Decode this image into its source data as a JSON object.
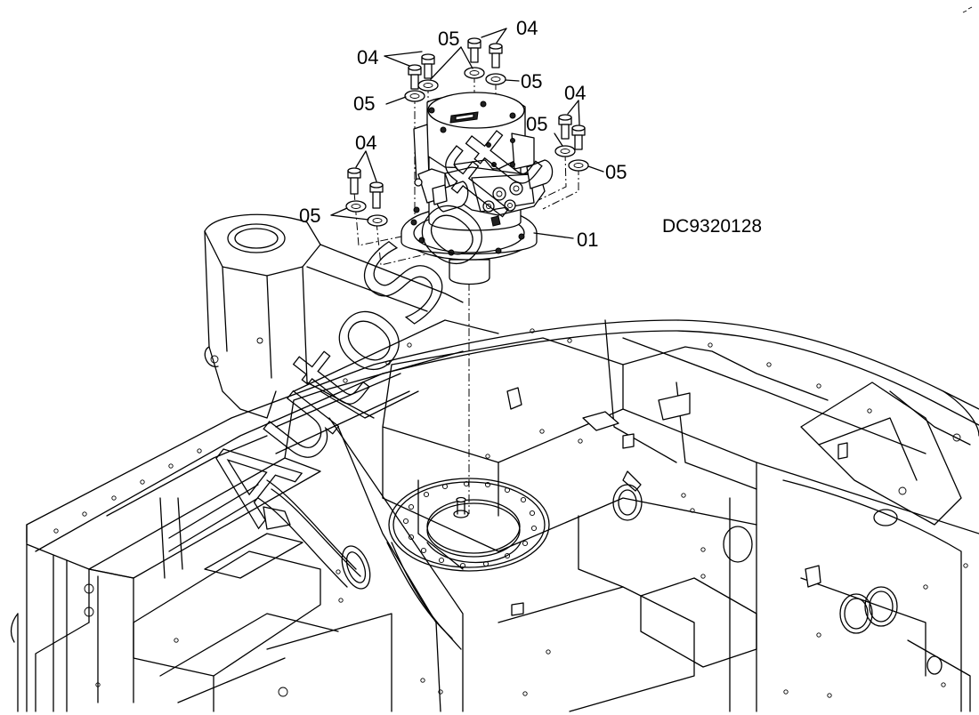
{
  "drawing": {
    "document_id": "DC9320128",
    "watermark": "AutoSoft",
    "callouts": [
      {
        "id": "c01",
        "label": "01"
      },
      {
        "id": "c04a",
        "label": "04"
      },
      {
        "id": "c04b",
        "label": "04"
      },
      {
        "id": "c04c",
        "label": "04"
      },
      {
        "id": "c04d",
        "label": "04"
      },
      {
        "id": "c05a",
        "label": "05"
      },
      {
        "id": "c05b",
        "label": "05"
      },
      {
        "id": "c05c",
        "label": "05"
      },
      {
        "id": "c05d",
        "label": "05"
      },
      {
        "id": "c05e",
        "label": "05"
      },
      {
        "id": "c05f",
        "label": "05"
      }
    ]
  }
}
